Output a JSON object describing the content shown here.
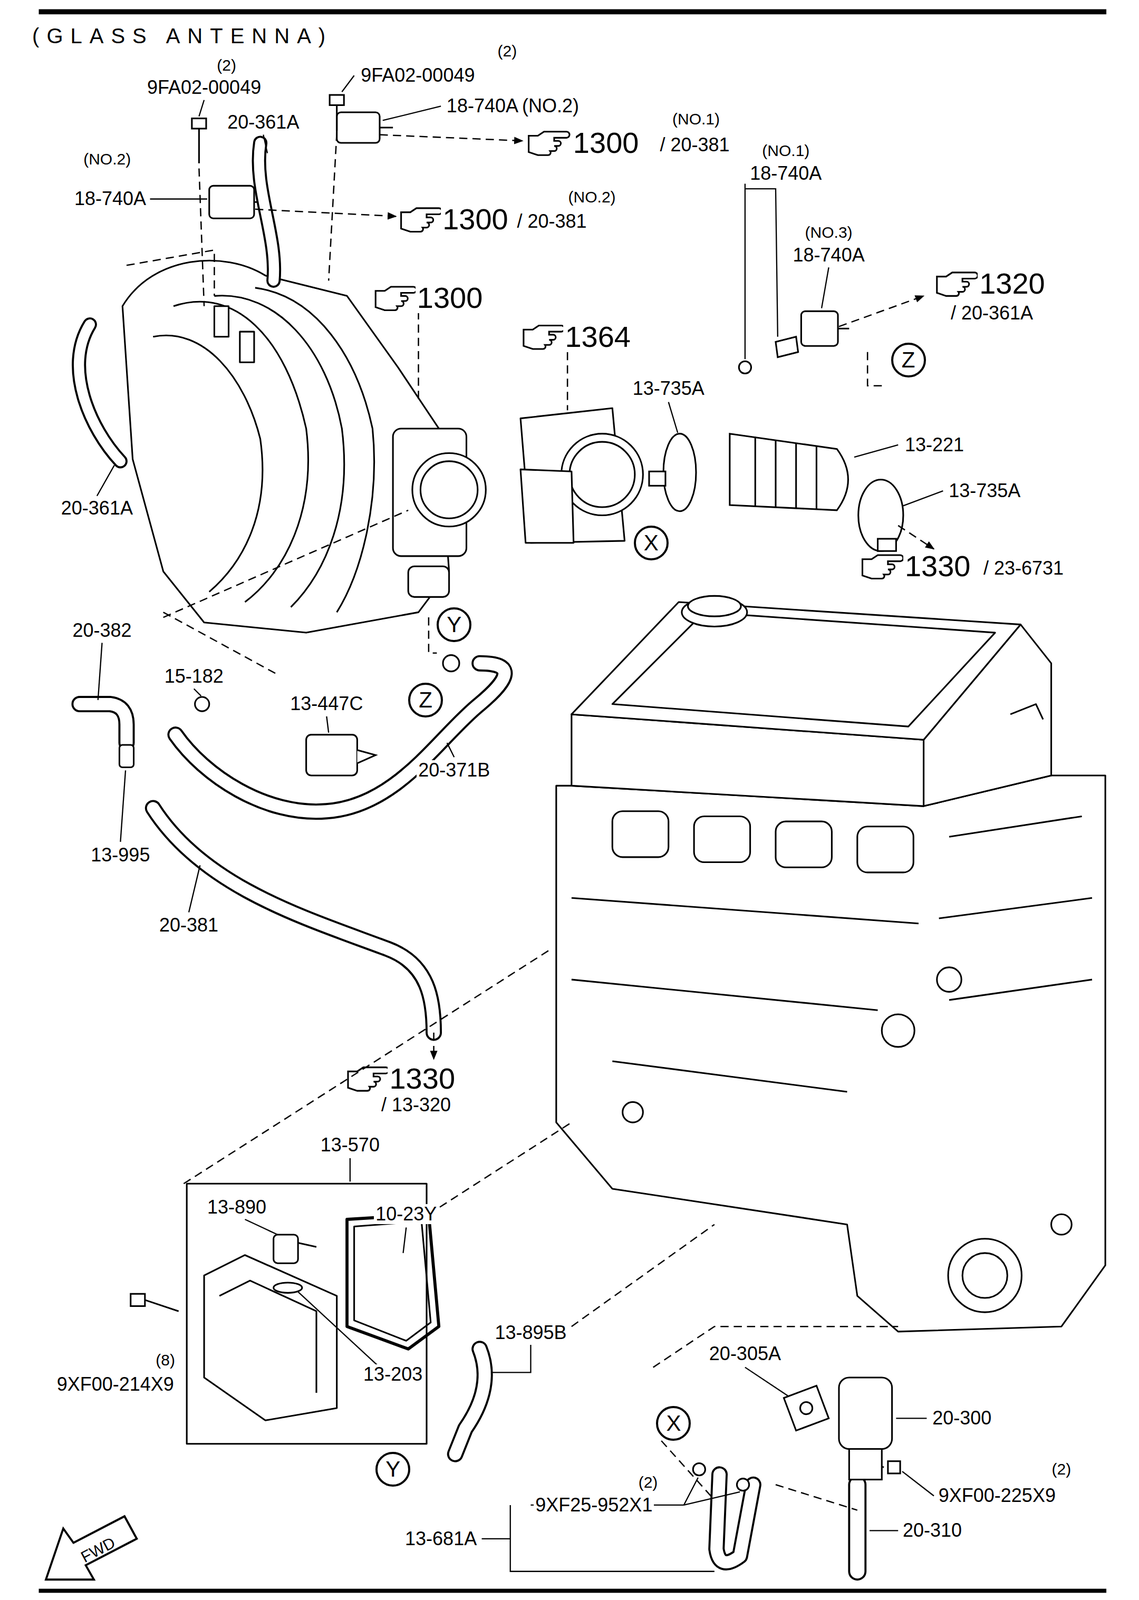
{
  "diagram": {
    "title": "(GLASS ANTENNA)",
    "nodes": [
      {
        "text": [
          "Z"
        ]
      },
      {
        "text": [
          "X"
        ]
      },
      {
        "text": [
          "Y"
        ]
      },
      {
        "text": [
          "Z"
        ]
      },
      {
        "text": [
          "X"
        ]
      },
      {
        "text": [
          "Y"
        ]
      }
    ],
    "labels": [
      "(2)",
      "9FA02-00049",
      "(2)",
      "9FA02-00049",
      "18-740A",
      "(NO.2)",
      "20-361A",
      "(NO.1)",
      "1300",
      "/ 20-381",
      "(NO.1)",
      "(NO.2)",
      "18-740A",
      "(NO.2)",
      "18-740A",
      "1300",
      "/ 20-381",
      "(NO.3)",
      "18-740A",
      "1320",
      "1300",
      "/ 20-361A",
      "1364",
      "13-735A",
      "13-221",
      "13-735A",
      "20-361A",
      "1330",
      "/ 23-6731",
      "20-382",
      "15-182",
      "13-447C",
      "20-371B",
      "13-995",
      "20-381",
      "1330",
      "/ 13-320",
      "13-570",
      "13-890",
      "10-23Y",
      "13-895B",
      "20-305A",
      "(8)",
      "13-203",
      "9XF00-214X9",
      "20-300",
      "(2)",
      "(2)",
      "9XF00-225X9",
      "9XF25-952X1",
      "13-681A",
      "20-310",
      "FWD"
    ]
  }
}
